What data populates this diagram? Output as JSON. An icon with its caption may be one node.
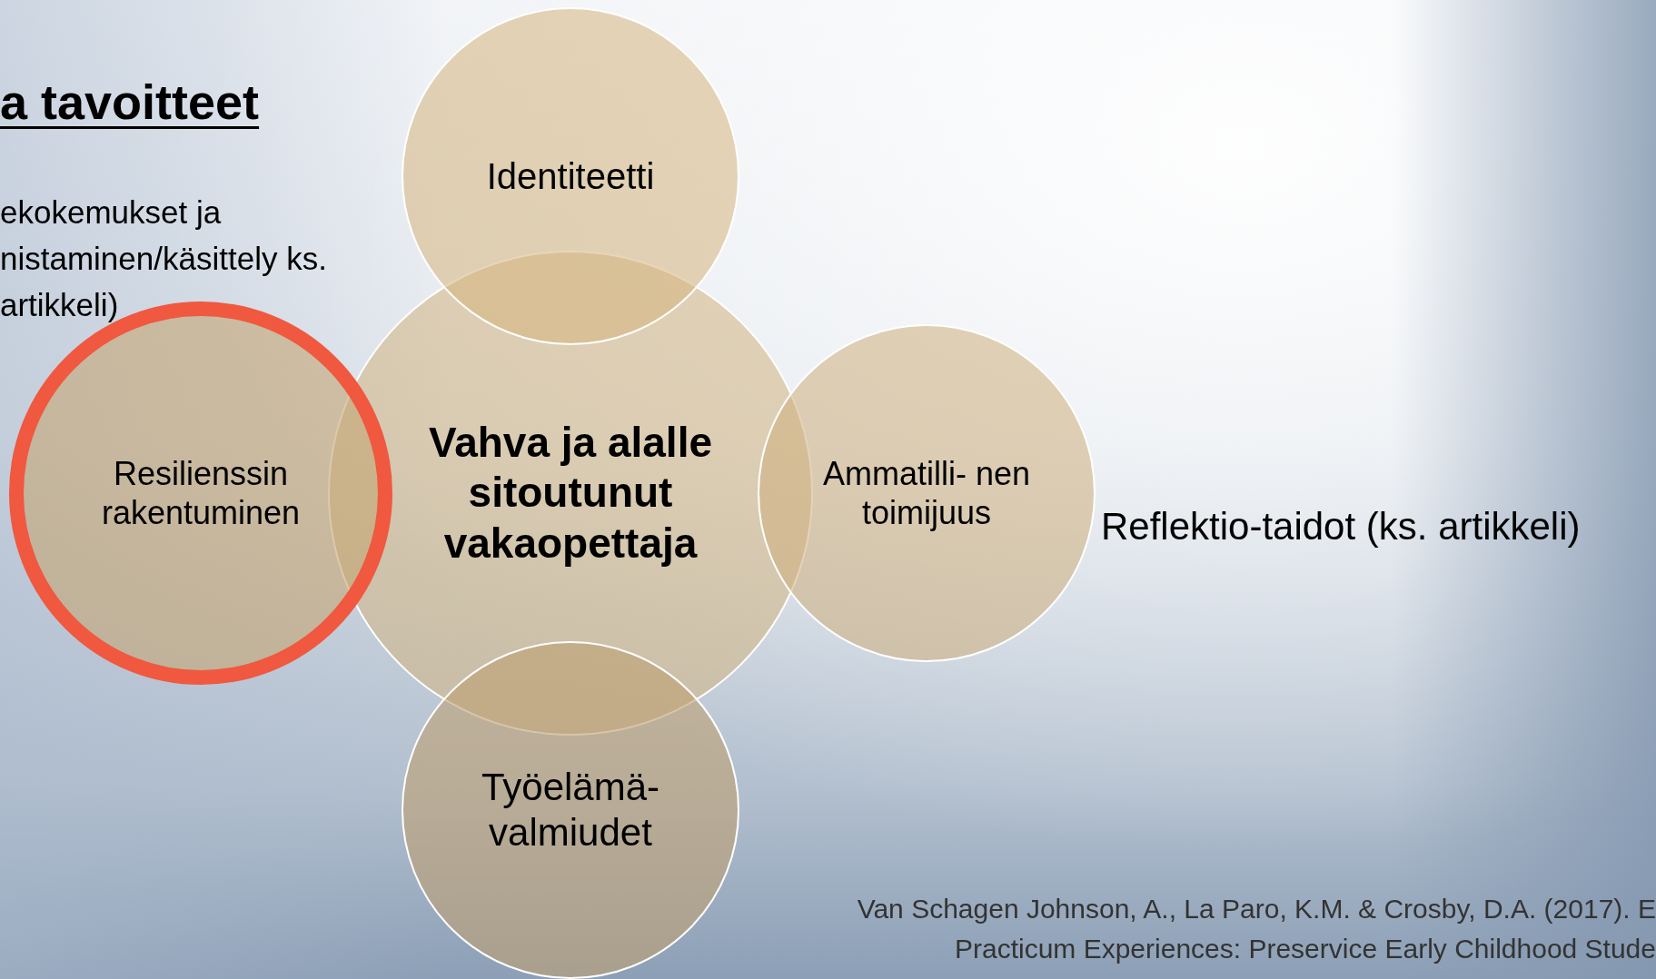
{
  "diagram": {
    "title": "a tavoitteet",
    "nodes": [
      {
        "text": [
          "Identiteetti"
        ]
      },
      {
        "text": [
          "Resilienssin rakentuminen"
        ]
      },
      {
        "text": [
          "Vahva ja alalle sitoutunut vakaopettaja"
        ]
      },
      {
        "text": [
          "Ammatilli- nen toimijuus"
        ]
      },
      {
        "text": [
          "Työelämä- valmiudet"
        ]
      }
    ],
    "labels": [
      "ekokemukset ja nistaminen/käsittely ks. artikkeli)",
      "Reflektio-taidot (ks. artikkeli)",
      "Van Schagen Johnson, A., La Paro, K.M. & Crosby, D.A. (2017). E",
      "Practicum Experiences: Preservice Early Childhood Stude"
    ]
  }
}
